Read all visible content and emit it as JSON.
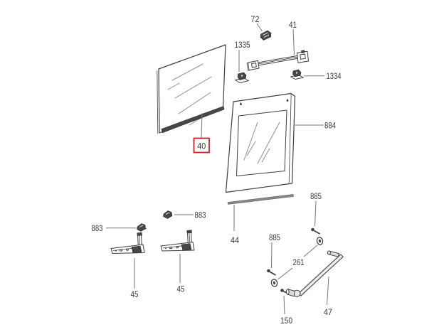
{
  "diagram": {
    "selected_callout": "40",
    "colors": {
      "background": "#ffffff",
      "line": "#3d3d3d",
      "leader": "#767676",
      "highlight": "#c4262c",
      "metal_fill": "#dcdcdc",
      "dark_fill": "#474747"
    },
    "callouts": {
      "c72": "72",
      "c41": "41",
      "c1335": "1335",
      "c1334": "1334",
      "c40": "40",
      "c884": "884",
      "c44": "44",
      "c883_left": "883",
      "c883_right": "883",
      "c45_left": "45",
      "c45_right": "45",
      "c885_top": "885",
      "c885_left": "885",
      "c261": "261",
      "c150": "150",
      "c47": "47"
    }
  }
}
